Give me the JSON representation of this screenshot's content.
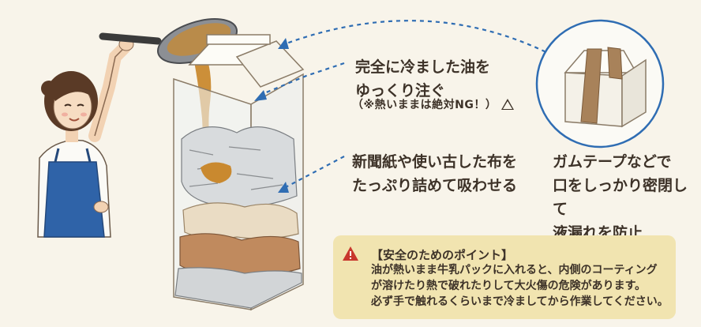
{
  "labels": {
    "pour": [
      "完全に冷ました油を",
      "ゆっくり注ぐ"
    ],
    "pour_note": "（※熱いままは絶対NG！）",
    "fill": [
      "新聞紙や使い古した布を",
      "たっぷり詰めて吸わせる"
    ],
    "seal": [
      "ガムテープなどで",
      "口をしっかり密閉して",
      "液漏れを防止"
    ]
  },
  "safety": {
    "title": "【安全のためのポイント】",
    "lines": [
      "油が熱いまま牛乳パックに入れると、内側のコーティング",
      "が溶けたり熱で破れたりして大火傷の危険があります。",
      "必ず手で触れるくらいまで冷ましてから作業してください。"
    ]
  },
  "icons": {
    "warning": "warning-triangle-icon",
    "caution": "caution-triangle-icon"
  },
  "colors": {
    "background": "#f8f4ea",
    "arrow": "#2f6db3",
    "oil": "#c9892f",
    "apron": "#2f63a8",
    "callout_box": "#f1e4b0",
    "warning_red": "#c8372d"
  }
}
